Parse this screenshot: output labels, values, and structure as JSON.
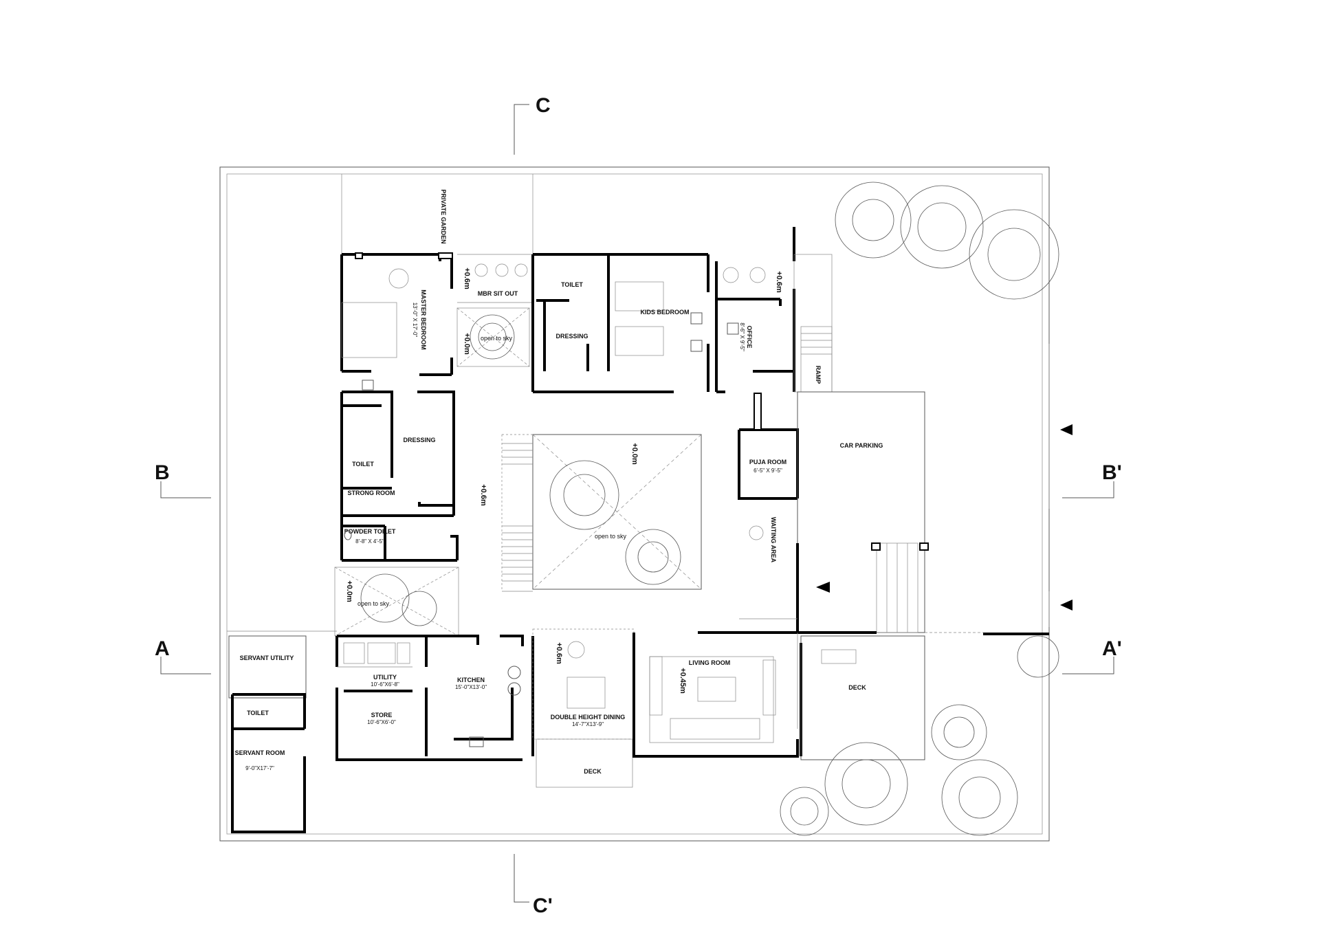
{
  "sections": {
    "c_top": "C",
    "c_bottom": "C'",
    "b_left": "B",
    "b_right": "B'",
    "a_left": "A",
    "a_right": "A'"
  },
  "rooms": {
    "private_garden": "PRIVATE GARDEN",
    "mbr_sit_out": "MBR SIT OUT",
    "master_bedroom": "MASTER BEDROOM",
    "master_bedroom_dim": "13'-0\" X 17'-0\"",
    "open_to_sky_top": "open to sky",
    "toilet_top": "TOILET",
    "dressing_top": "DRESSING",
    "kids_bedroom": "KIDS BEDROOM",
    "office": "OFFICE",
    "office_dim": "8'-6\" X 9'-5\"",
    "ramp": "RAMP",
    "dressing_master": "DRESSING",
    "toilet_master": "TOILET",
    "strong_room": "STRONG ROOM",
    "powder_toilet": "POWDER TOILET",
    "powder_toilet_dim": "8'-8\" X 4'-5\"",
    "open_to_sky_court": "open to sky",
    "car_parking": "CAR PARKING",
    "puja_room": "PUJA ROOM",
    "puja_room_dim": "6'-5\" X 9'-5\"",
    "waiting_area": "WAITING AREA",
    "open_to_sky_left": "open to sky",
    "servant_utility": "SERVANT UTILITY",
    "toilet_servant": "TOILET",
    "servant_room": "SERVANT ROOM",
    "servant_room_dim": "9'-0\"X17'-7\"",
    "utility": "UTILITY",
    "utility_dim": "10'-6\"X6'-8\"",
    "store": "STORE",
    "store_dim": "10'-6\"X6'-0\"",
    "kitchen": "KITCHEN",
    "kitchen_dim": "15'-0\"X13'-0\"",
    "double_height_dining": "DOUBLE HEIGHT DINING",
    "dining_dim": "14'-7\"X13'-9\"",
    "living_room": "LIVING ROOM",
    "deck_right": "DECK",
    "deck_bottom": "DECK"
  },
  "levels": {
    "sitout": "+0.6m",
    "open_top": "+0.0m",
    "office_lv": "+0.6m",
    "court": "+0.0m",
    "corridor": "+0.6m",
    "open_left": "+0.0m",
    "dining": "+0.6m",
    "living": "+0.45m"
  }
}
